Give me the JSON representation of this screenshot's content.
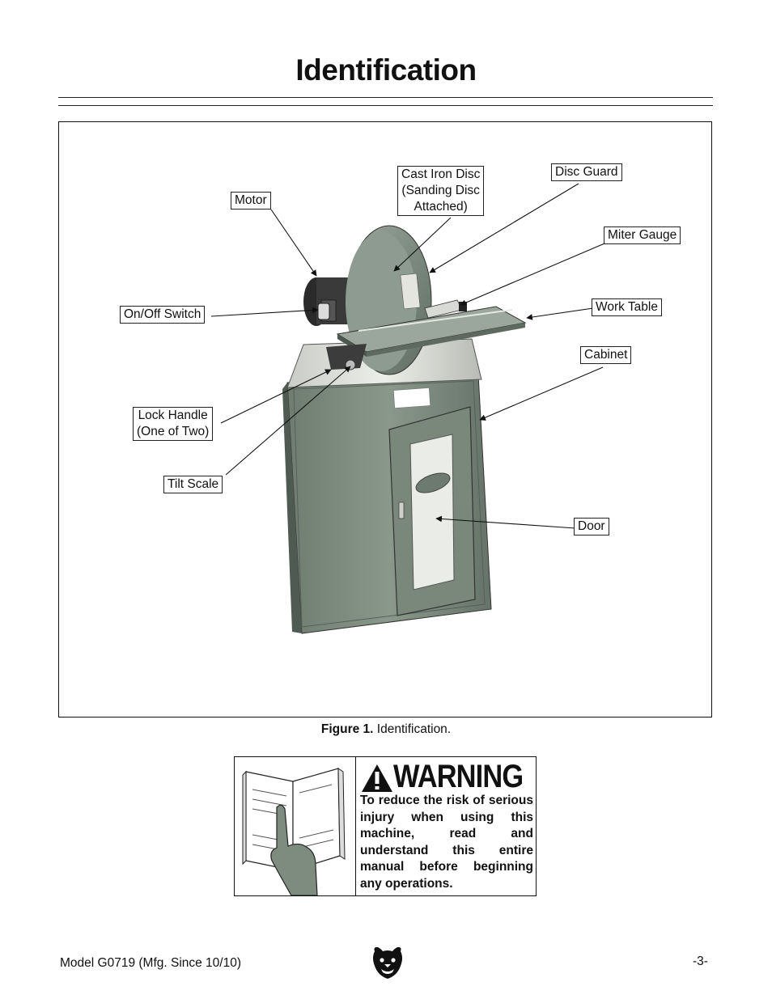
{
  "page": {
    "title": "Identification"
  },
  "figure": {
    "callouts": {
      "motor": "Motor",
      "cast_iron_disc": [
        "Cast Iron Disc",
        "(Sanding Disc",
        "Attached)"
      ],
      "disc_guard": "Disc Guard",
      "miter_gauge": "Miter Gauge",
      "on_off_switch": "On/Off Switch",
      "work_table": "Work Table",
      "cabinet": "Cabinet",
      "lock_handle": [
        "Lock Handle",
        "(One of Two)"
      ],
      "tilt_scale": "Tilt Scale",
      "door": "Door"
    },
    "caption_label": "Figure 1.",
    "caption_text": " Identification."
  },
  "warning": {
    "word": "WARNING",
    "text": "To reduce the risk of serious injury when using this machine, read and understand this entire manual before beginning any operations."
  },
  "footer": {
    "model": "Model G0719 (Mfg. Since 10/10)",
    "page_number": "-3-"
  },
  "colors": {
    "cabinet_green": "#7d8c7f",
    "base_light": "#d9dcd6",
    "text": "#111111"
  }
}
